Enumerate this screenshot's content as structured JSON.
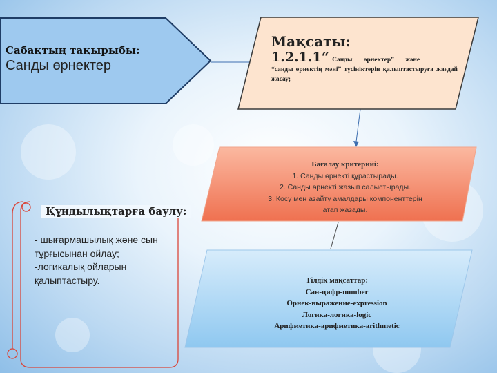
{
  "topic": {
    "label": "Сабақтың тақырыбы:",
    "value": "Санды өрнектер"
  },
  "goal": {
    "title": "Мақсаты:",
    "code": "1.2.1.1“",
    "description_inline": "Санды өрнектер” және",
    "description_rest": "“санды өрнектің мәні” түсініктерін қалыптастыруға жағдай жасау;"
  },
  "criteria": {
    "title": "Бағалау критерийі:",
    "items": [
      "1. Санды өрнекті құрастырады.",
      "2. Санды өрнекті жазып салыстырады.",
      "3. Қосу мен азайту амалдары компоненттерін атап жазады."
    ]
  },
  "language": {
    "title": "Тілдік мақсаттар:",
    "items": [
      "Сан-цифр-number",
      "Өрнек-выражение-expression",
      "Логика-логика-logic",
      "Арифметика-арифметика-arithmetic"
    ]
  },
  "values": {
    "title": "Құндылықтарға баулу:",
    "lines": [
      "- шығармашылық және сын тұрғысынан ойлау;",
      "-логикалық ойларын қалыптастыру."
    ]
  },
  "colors": {
    "topic_fill": "#9ec9ef",
    "goal_fill": "#fde4cf",
    "criteria_fill": "#f48a6a",
    "language_fill": "#a8d6f4",
    "scroll_border": "#d9463a"
  }
}
